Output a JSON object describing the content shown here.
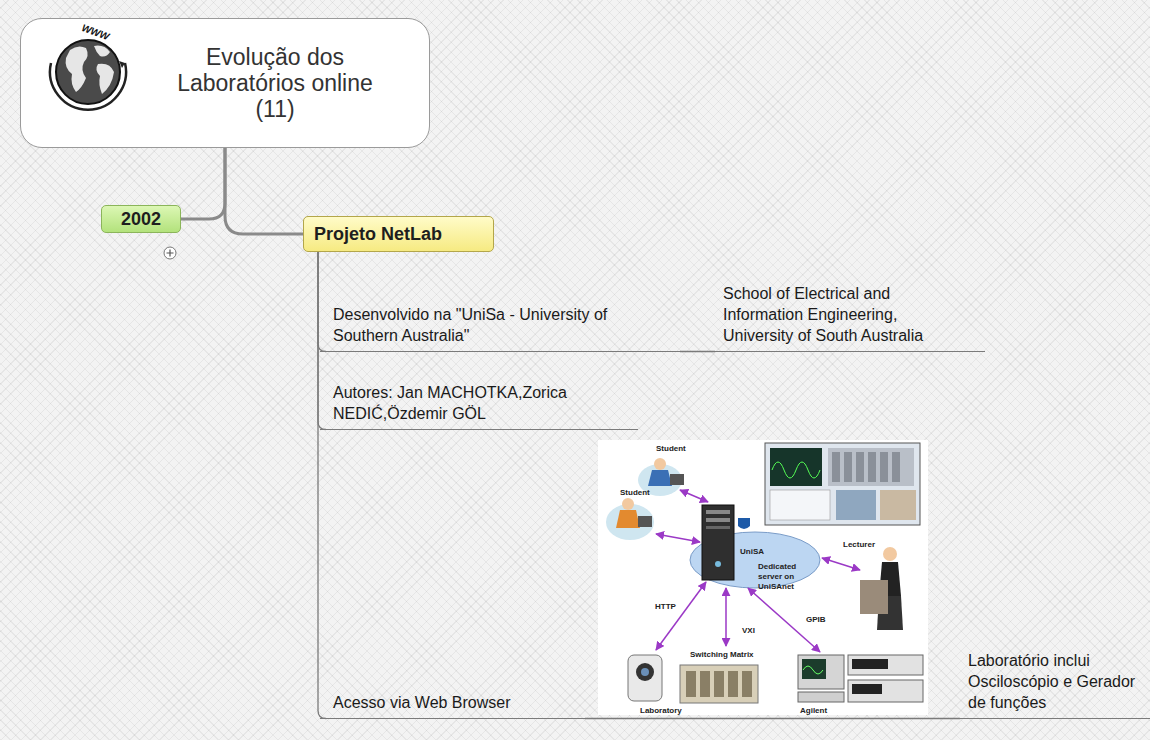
{
  "diagram": {
    "nodes": [
      {
        "text": [
          "Evolução dos Laboratórios online (11)"
        ]
      },
      {
        "text": [
          "2002"
        ]
      },
      {
        "text": [
          "Projeto NetLab"
        ]
      },
      {
        "text": [
          "Desenvolvido na \"UniSa - University of Southern Australia\""
        ]
      },
      {
        "text": [
          "School of Electrical and Information Engineering, University of South Australia"
        ]
      },
      {
        "text": [
          "Autores: Jan MACHOTKA,Zorica NEDIĆ,Özdemir GÖL"
        ]
      },
      {
        "text": [
          "Acesso via Web Browser"
        ]
      },
      {
        "text": [
          "Laboratório inclui Osciloscópio e Gerador de funções"
        ]
      }
    ],
    "edges": [
      {
        "from": 0,
        "to": 1,
        "arrow": "none"
      },
      {
        "from": 0,
        "to": 2,
        "arrow": "none"
      },
      {
        "from": 2,
        "to": 3,
        "arrow": "none"
      },
      {
        "from": 3,
        "to": 4,
        "arrow": "none"
      },
      {
        "from": 2,
        "to": 5,
        "arrow": "none"
      },
      {
        "from": 2,
        "to": 6,
        "arrow": "none"
      },
      {
        "from": 6,
        "to": 7,
        "arrow": "none"
      }
    ],
    "labels": [
      "WWW",
      "Student",
      "Student",
      "Lecturer",
      "HTTP",
      "VXI",
      "GPIB",
      "Switching Matrix",
      "UniSA",
      "Dedicated server on UniSAnet",
      "Laboratory",
      "Agilent"
    ]
  }
}
